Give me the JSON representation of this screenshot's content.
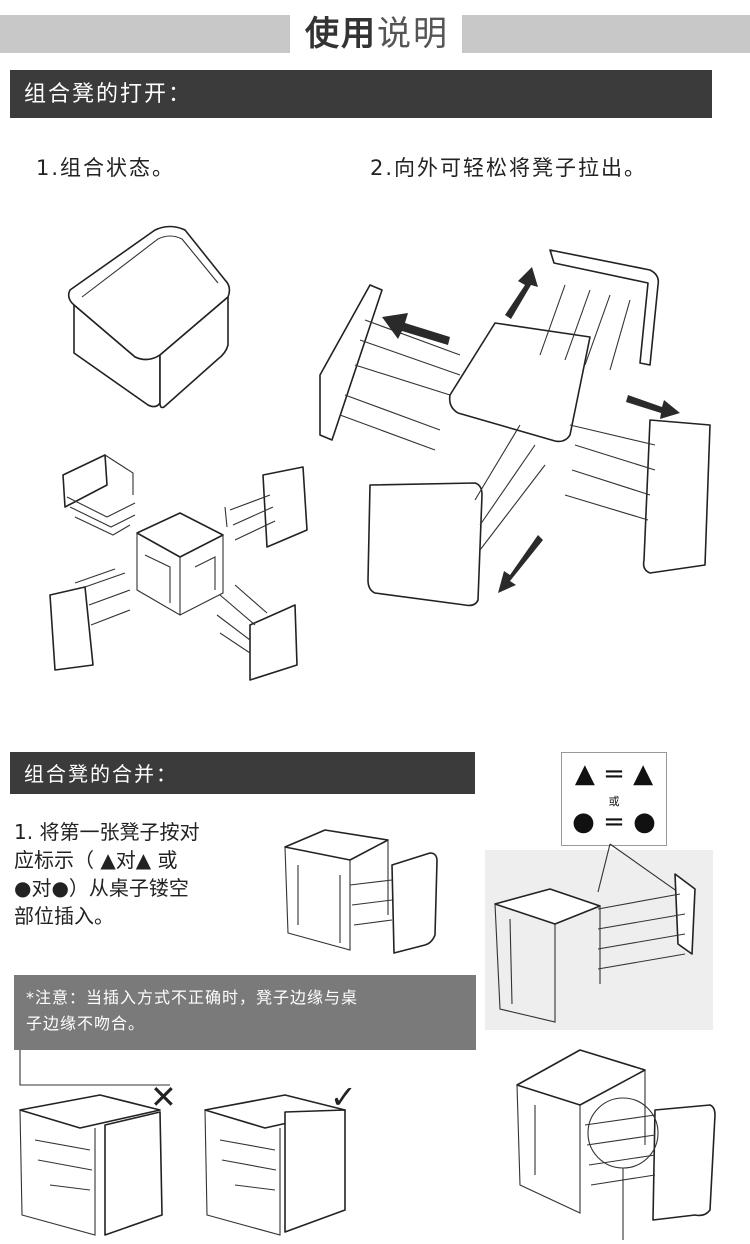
{
  "header": {
    "title_bold": "使用",
    "title_light": "说明"
  },
  "section_open": {
    "title": "组合凳的打开：",
    "step1": "1.组合状态。",
    "step2": "2.向外可轻松将凳子拉出。"
  },
  "section_merge": {
    "title": "组合凳的合并：",
    "instruction_lines": [
      "1. 将第一张凳子按对",
      "应标示（ ▲对▲ 或",
      "●对●）从桌子镂空",
      "部位插入。"
    ],
    "note_lines": [
      "*注意：当插入方式不正确时，凳子边缘与桌",
      "子边缘不吻合。"
    ]
  },
  "legend": {
    "row1": "▲ = ▲",
    "or": "或",
    "row2": "● = ●"
  },
  "marks": {
    "wrong": "✕",
    "right": "✓"
  }
}
